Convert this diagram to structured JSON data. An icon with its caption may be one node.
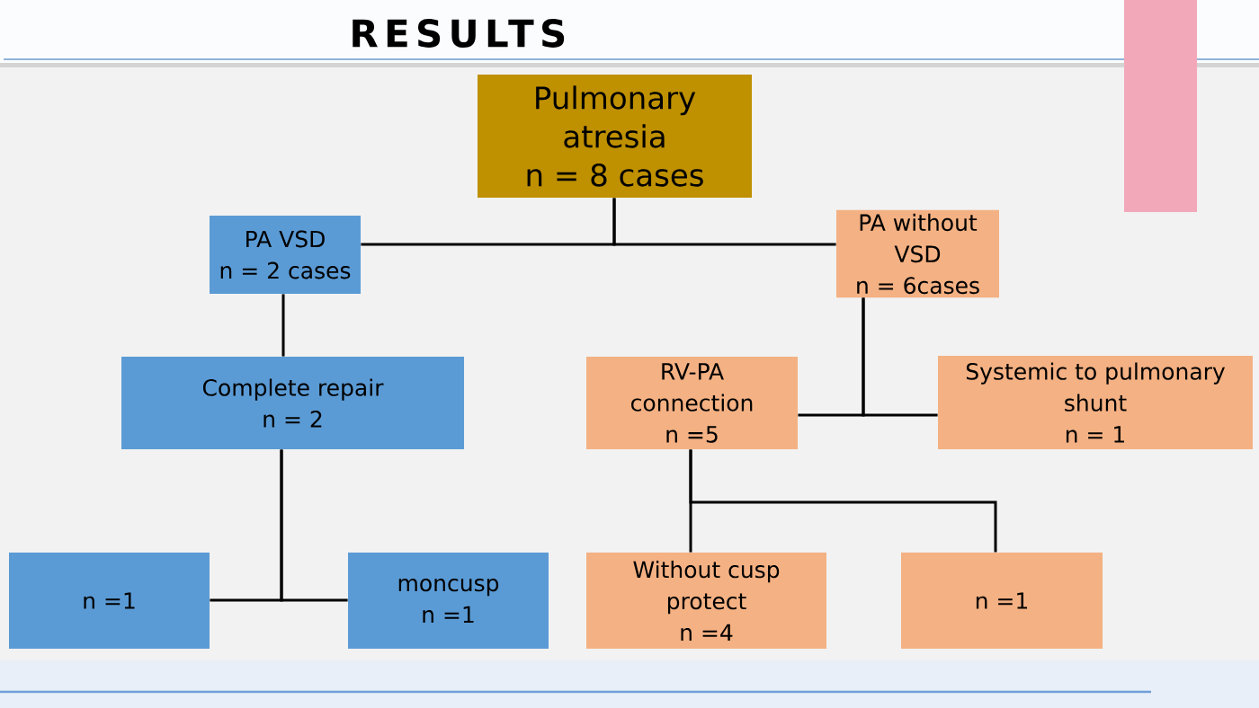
{
  "diagram": {
    "title": "RESULTS",
    "nodes": [
      {
        "text": [
          "Pulmonary atresia",
          "n = 8 cases"
        ]
      },
      {
        "text": [
          "PA VSD",
          "n = 2 cases"
        ]
      },
      {
        "text": [
          "PA without VSD",
          "n = 6cases"
        ]
      },
      {
        "text": [
          "Complete repair",
          "n = 2"
        ]
      },
      {
        "text": [
          "RV-PA connection",
          "n =5"
        ]
      },
      {
        "text": [
          "Systemic to pulmonary shunt",
          "n = 1"
        ]
      },
      {
        "text": [
          "n =1"
        ]
      },
      {
        "text": [
          "moncusp",
          "n =1"
        ]
      },
      {
        "text": [
          "Without cusp protect",
          "n =4"
        ]
      },
      {
        "text": [
          "n =1"
        ]
      }
    ],
    "edges": [
      {
        "from": 0,
        "to": 1,
        "arrow": "none"
      },
      {
        "from": 0,
        "to": 2,
        "arrow": "none"
      },
      {
        "from": 1,
        "to": 3,
        "arrow": "none"
      },
      {
        "from": 2,
        "to": 4,
        "arrow": "none"
      },
      {
        "from": 2,
        "to": 5,
        "arrow": "none"
      },
      {
        "from": 3,
        "to": 6,
        "arrow": "none"
      },
      {
        "from": 3,
        "to": 7,
        "arrow": "none"
      },
      {
        "from": 4,
        "to": 8,
        "arrow": "none"
      },
      {
        "from": 4,
        "to": 9,
        "arrow": "none"
      }
    ]
  }
}
